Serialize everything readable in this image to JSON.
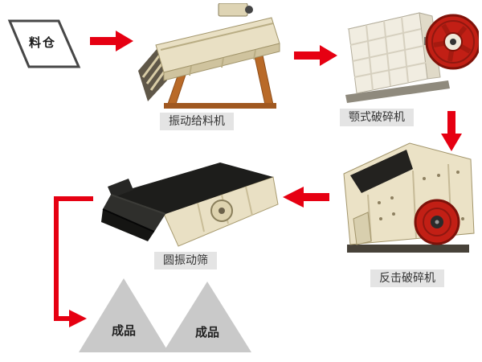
{
  "nodes": {
    "silo": {
      "label": "料仓"
    },
    "feeder": {
      "label": "振动给料机",
      "machine": "vibrating-feeder"
    },
    "jaw_crusher": {
      "label": "颚式破碎机",
      "machine": "jaw-crusher"
    },
    "impact_crusher": {
      "label": "反击破碎机",
      "machine": "impact-crusher"
    },
    "screen": {
      "label": "圆振动筛",
      "machine": "circular-vibrating-screen"
    },
    "product_left": {
      "label": "成品"
    },
    "product_right": {
      "label": "成品"
    }
  },
  "arrows": [
    {
      "from": "silo",
      "to": "feeder",
      "direction": "right"
    },
    {
      "from": "feeder",
      "to": "jaw_crusher",
      "direction": "right"
    },
    {
      "from": "jaw_crusher",
      "to": "impact_crusher",
      "direction": "down"
    },
    {
      "from": "impact_crusher",
      "to": "screen",
      "direction": "left"
    },
    {
      "from": "screen",
      "to": "product_left",
      "direction": "down-then-right",
      "shape": "elbow"
    }
  ],
  "colors": {
    "arrow_red": "#e60012",
    "label_background": "#e4e4e4",
    "label_text": "#333333",
    "silo_outline": "#474747",
    "product_triangle": "#c9c9c9",
    "machine_body_beige": "#e9e0c4",
    "flywheel_red": "#c21f15",
    "screen_deck_black": "#1d1d1b",
    "leg_orange": "#b96a28"
  }
}
